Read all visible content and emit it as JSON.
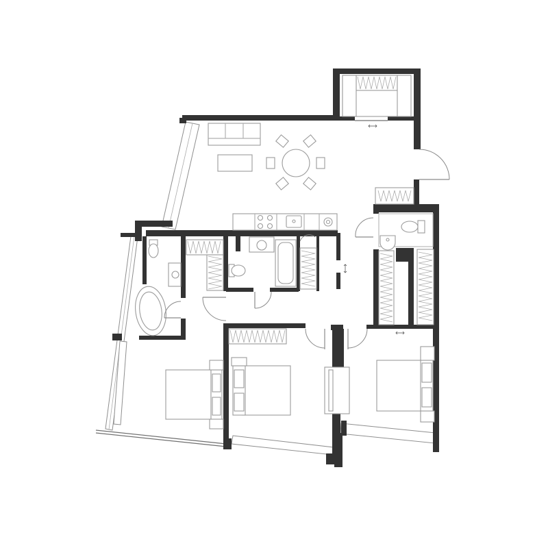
{
  "drawing": {
    "wall_color": "#333333",
    "line_color": "#9a9a9a",
    "background": "#ffffff"
  },
  "rooms": [
    {
      "id": "living-kitchen",
      "icons": [
        "sofa-icon",
        "coffee-table-icon",
        "round-dining-table-icon",
        "kitchen-counter-icon",
        "stove-icon",
        "sink-icon",
        "washing-machine-icon"
      ]
    },
    {
      "id": "storage-niche",
      "icons": [
        "wardrobe-icon"
      ]
    },
    {
      "id": "hall",
      "icons": [
        "wardrobe-icon"
      ]
    },
    {
      "id": "main-bathroom",
      "icons": [
        "bathtub-icon",
        "toilet-icon",
        "washbasin-icon"
      ]
    },
    {
      "id": "ensuite-bathroom",
      "icons": [
        "oval-bathtub-icon",
        "washbasin-icon",
        "toilet-icon"
      ]
    },
    {
      "id": "guest-wc",
      "icons": [
        "toilet-icon",
        "washbasin-icon"
      ]
    },
    {
      "id": "master-bedroom",
      "icons": [
        "double-bed-icon"
      ]
    },
    {
      "id": "bedroom-2",
      "icons": [
        "double-bed-icon",
        "wardrobe-icon"
      ]
    },
    {
      "id": "bedroom-3",
      "icons": [
        "double-bed-icon",
        "desk-icon"
      ]
    },
    {
      "id": "dressing-room",
      "icons": [
        "wardrobe-icon"
      ]
    }
  ]
}
